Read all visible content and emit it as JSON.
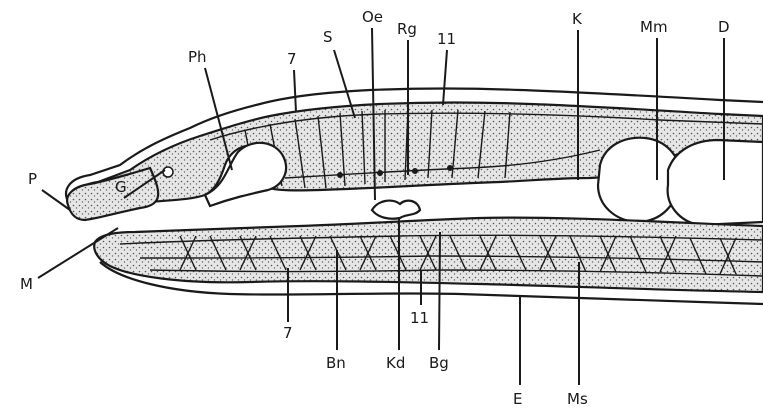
{
  "labels": {
    "P": "P",
    "G": "G",
    "Ph": "Ph",
    "seven_top": "7",
    "S": "S",
    "Oe": "Oe",
    "Rg": "Rg",
    "eleven_top": "11",
    "K_top": "K",
    "Mm": "Mm",
    "D": "D",
    "M": "M",
    "seven_bottom": "7",
    "Bn": "Bn",
    "Kd": "Kd",
    "eleven_bottom": "11",
    "Bg": "Bg",
    "E": "E",
    "Ms": "Ms"
  },
  "colors": {
    "ink": "#1a1a1a",
    "stipple": "#cfcfcf",
    "paper": "#ffffff"
  }
}
